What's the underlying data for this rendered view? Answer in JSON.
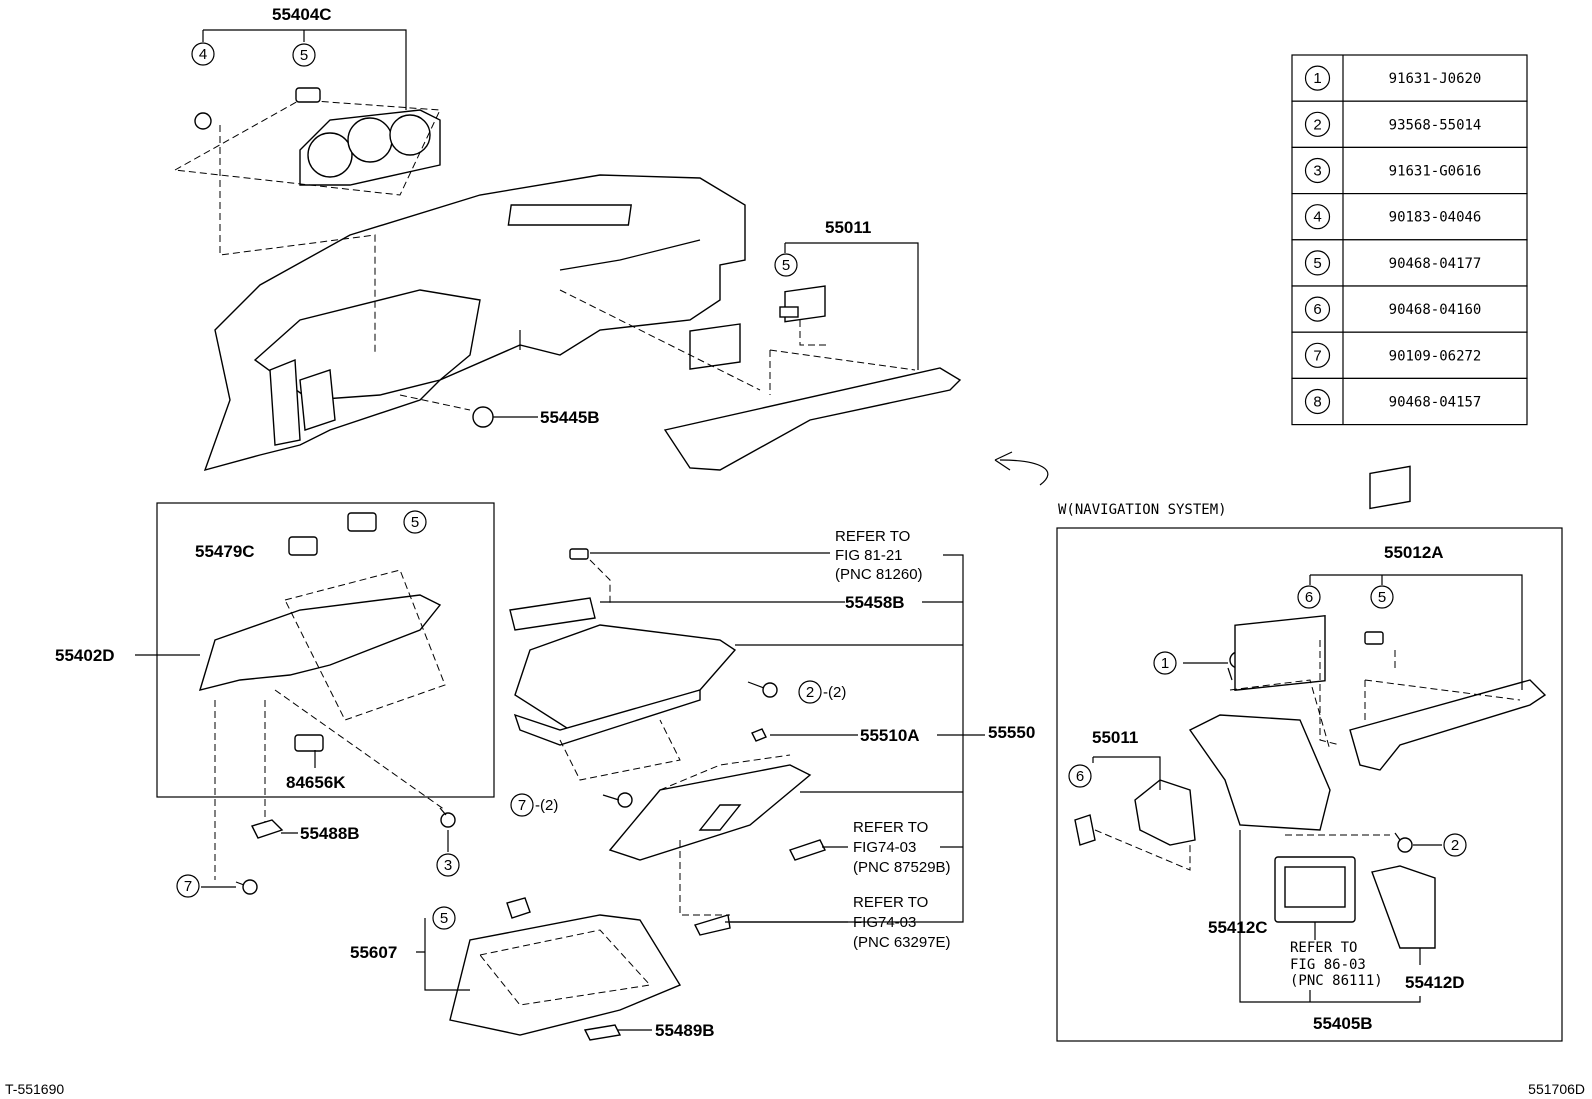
{
  "legend_table": [
    {
      "mark": "1",
      "part": "91631-J0620"
    },
    {
      "mark": "2",
      "part": "93568-55014"
    },
    {
      "mark": "3",
      "part": "91631-G0616"
    },
    {
      "mark": "4",
      "part": "90183-04046"
    },
    {
      "mark": "5",
      "part": "90468-04177"
    },
    {
      "mark": "6",
      "part": "90468-04160"
    },
    {
      "mark": "7",
      "part": "90109-06272"
    },
    {
      "mark": "8",
      "part": "90468-04157"
    }
  ],
  "labels": {
    "p55404C": "55404C",
    "p55011": "55011",
    "p55445B": "55445B",
    "p55479C": "55479C",
    "p55402D": "55402D",
    "p84656K": "84656K",
    "p55488B": "55488B",
    "p55458B": "55458B",
    "p55510A": "55510A",
    "p55550": "55550",
    "p55607": "55607",
    "p55489B": "55489B",
    "p55012A": "55012A",
    "p55011b": "55011",
    "p55412C": "55412C",
    "p55412D": "55412D",
    "p55405B": "55405B",
    "qty2": "-(2)",
    "qty7": "-(2)"
  },
  "refs": {
    "r1": [
      "REFER TO",
      "FIG 81-21",
      "(PNC 81260)"
    ],
    "r2": [
      "REFER TO",
      "FIG74-03",
      "(PNC 87529B)"
    ],
    "r3": [
      "REFER TO",
      "FIG74-03",
      "(PNC 63297E)"
    ],
    "r4": [
      "REFER TO",
      "FIG 86-03",
      "(PNC 86111)"
    ]
  },
  "nav_caption": "W(NAVIGATION SYSTEM)",
  "footer": {
    "left": "T-551690",
    "right": "551706D"
  }
}
